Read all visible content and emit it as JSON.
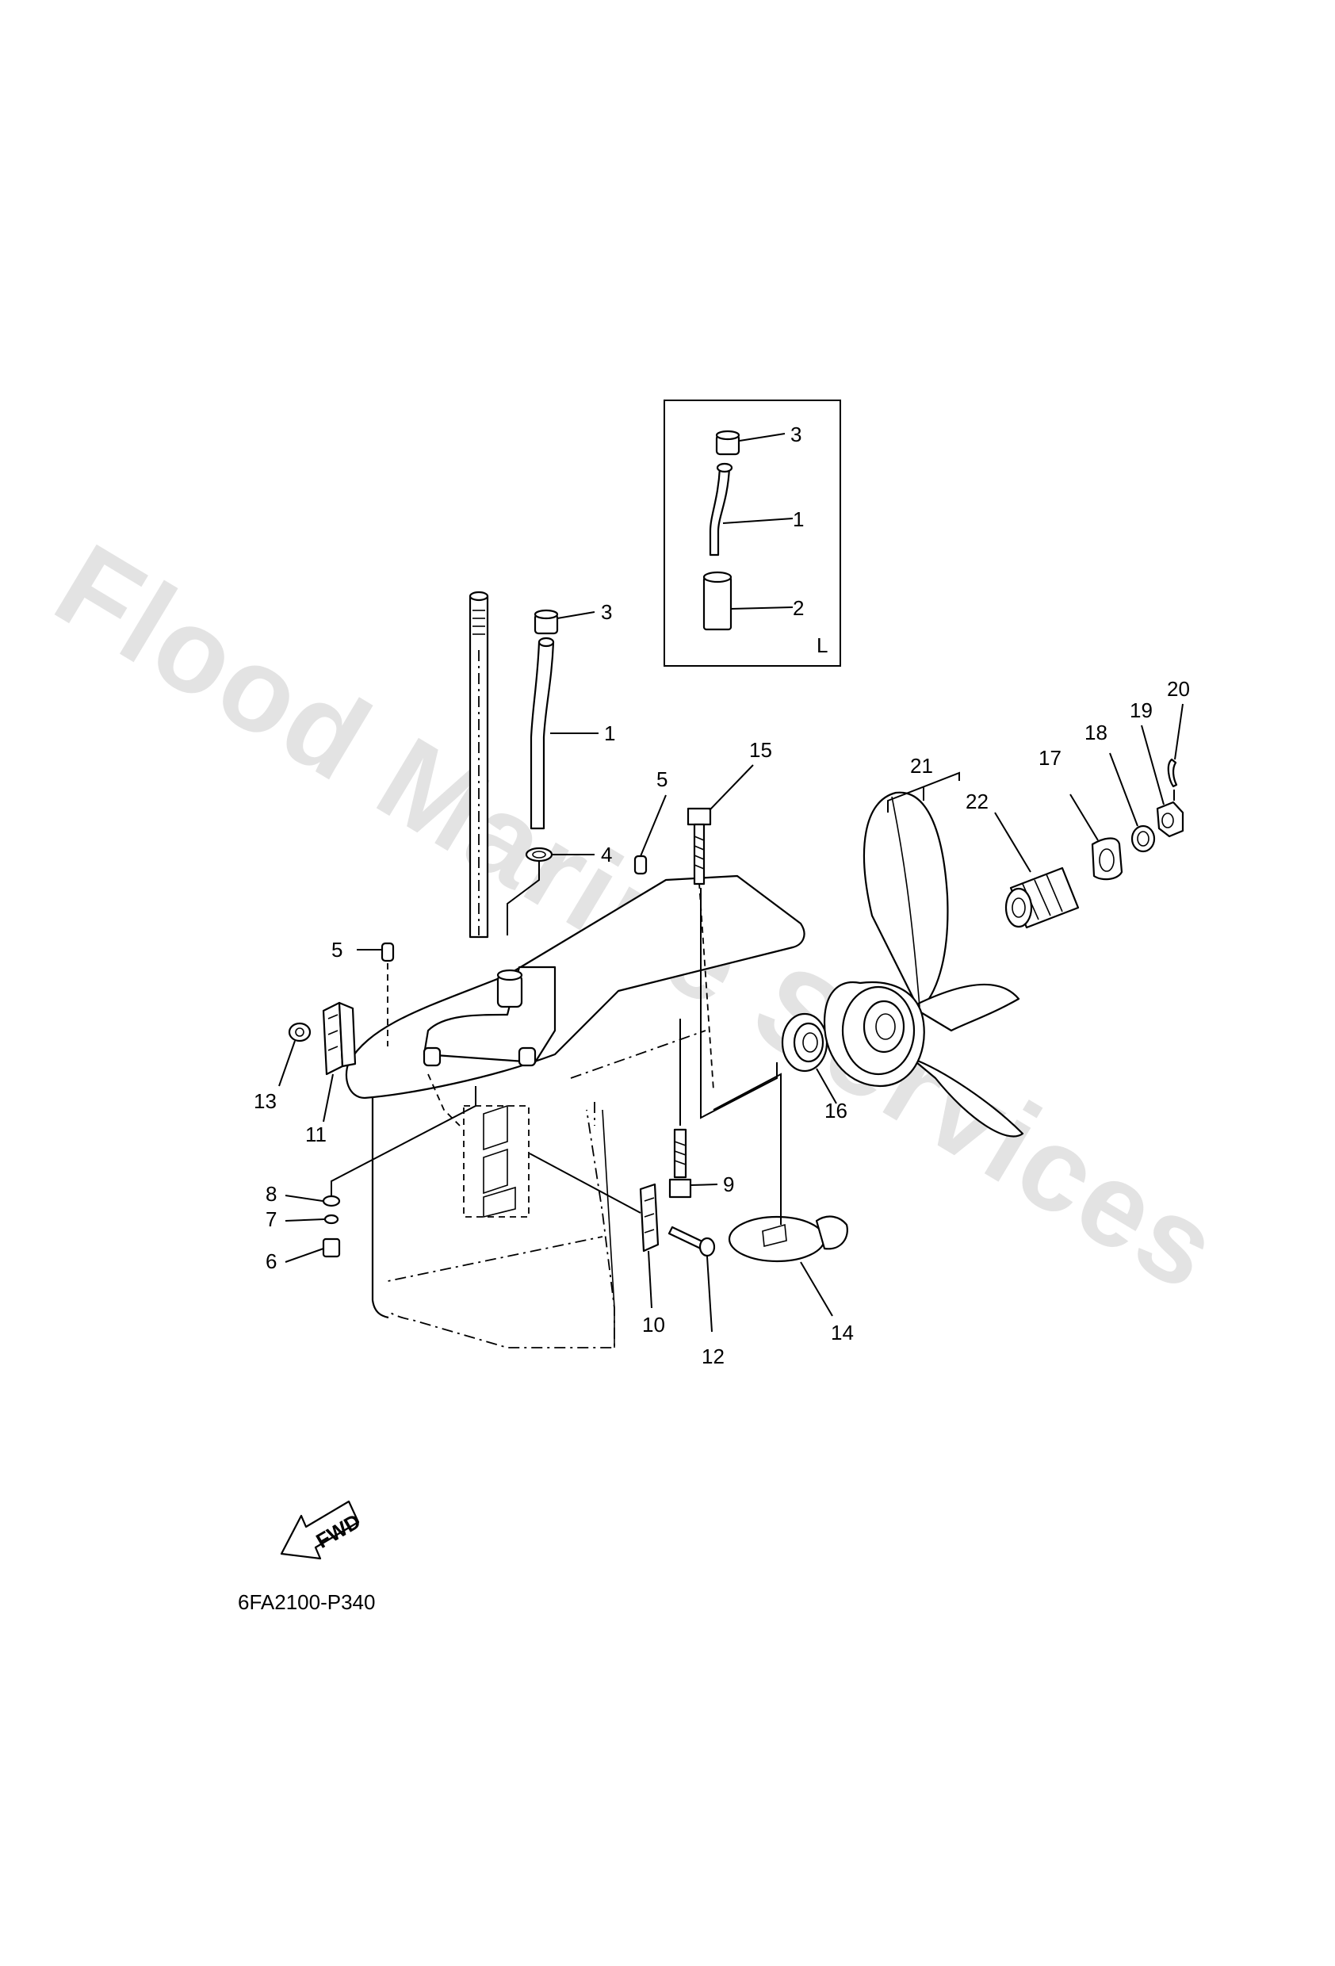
{
  "watermark": "Flood Marine Services",
  "drawing_code": "6FA2100-P340",
  "fwd_label": "FWD",
  "inset": {
    "variant_label": "L"
  },
  "callouts": {
    "c1": "1",
    "c2": "2",
    "c3": "3",
    "c4": "4",
    "c5": "5",
    "c6": "6",
    "c7": "7",
    "c8": "8",
    "c9": "9",
    "c10": "10",
    "c11": "11",
    "c12": "12",
    "c13": "13",
    "c14": "14",
    "c15": "15",
    "c16": "16",
    "c17": "17",
    "c18": "18",
    "c19": "19",
    "c20": "20",
    "c21": "21",
    "c22": "22"
  }
}
